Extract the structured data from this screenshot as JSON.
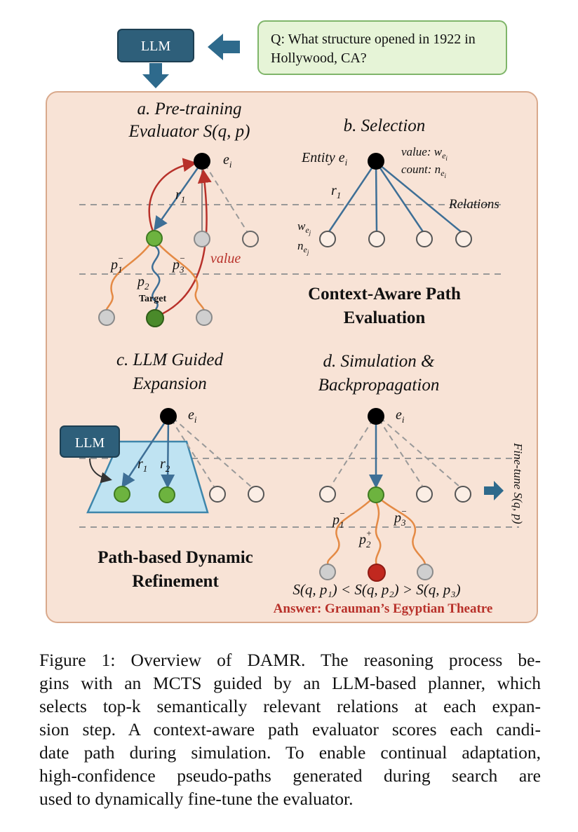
{
  "question": {
    "line1": "Q: What structure opened in 1922 in",
    "line2": "Hollywood, CA?"
  },
  "llm_label": "LLM",
  "panel_a": {
    "title_line1": "a. Pre-training",
    "title_line2": "Evaluator S(q, p)",
    "entity": "e",
    "entity_sub": "i",
    "relation": "r",
    "relation_sub": "1",
    "p1": "p",
    "p1_sub": "1",
    "p1_sup": "−",
    "p2": "p",
    "p2_sub": "2",
    "p3": "p",
    "p3_sub": "3",
    "p3_sup": "−",
    "value": "value",
    "target": "Target"
  },
  "panel_b": {
    "title": "b. Selection",
    "entity_label": "Entity e",
    "entity_sub": "i",
    "value_label": "value: w",
    "value_sub": "e",
    "value_subsub": "i",
    "count_label": "count: n",
    "count_sub": "e",
    "count_subsub": "i",
    "relation": "r",
    "relation_sub": "1",
    "relations_label": "Relations",
    "w_label": "w",
    "w_sub": "e",
    "w_subsub": "j",
    "n_label": "n",
    "n_sub": "e",
    "n_subsub": "j"
  },
  "context_aware": {
    "line1": "Context-Aware Path",
    "line2": "Evaluation"
  },
  "panel_c": {
    "title_line1": "c. LLM Guided",
    "title_line2": "Expansion",
    "entity": "e",
    "entity_sub": "i",
    "r1": "r",
    "r1_sub": "1",
    "r2": "r",
    "r2_sub": "2"
  },
  "panel_d": {
    "title_line1": "d. Simulation &",
    "title_line2": "Backpropagation",
    "entity": "e",
    "entity_sub": "i",
    "p1": "p",
    "p1_sub": "1",
    "p1_sup": "−",
    "p2": "p",
    "p2_sub": "2",
    "p2_sup": "+",
    "p3": "p",
    "p3_sub": "3",
    "p3_sup": "−",
    "finetune": "Fine-tune S(q, p)",
    "inequality": "S(q, p₁) < S(q, p₂) > S(q, p₃)",
    "answer": "Answer: Grauman’s Egyptian Theatre"
  },
  "path_based": {
    "line1": "Path-based Dynamic",
    "line2": "Refinement"
  },
  "caption": {
    "lines": [
      "Figure 1: Overview of DAMR. The reasoning process be-",
      "gins with an MCTS guided by an LLM-based planner, which",
      "selects top-k semantically relevant relations at each expan-",
      "sion step. A context-aware path evaluator scores each candi-",
      "date path during simulation. To enable continual adaptation,",
      "high-confidence pseudo-paths generated during search are",
      "used to dynamically fine-tune the evaluator."
    ]
  },
  "colors": {
    "panel_bg": "#f8e3d6",
    "panel_border": "#d9a98c",
    "question_bg": "#e6f4d7",
    "question_border": "#7fb56a",
    "llm_box": "#2e5f7a",
    "arrow": "#2e6a8c",
    "edge": "#3e6f96",
    "green_node": "#6db33f",
    "dark_green_node": "#4a8a2a",
    "red_node": "#c1281f",
    "grey_node": "#cfcfcf",
    "orange_path": "#e48a45",
    "red_arrow": "#b8312a",
    "trapezoid": "#bfe3f2",
    "answer_text": "#b8312a"
  }
}
